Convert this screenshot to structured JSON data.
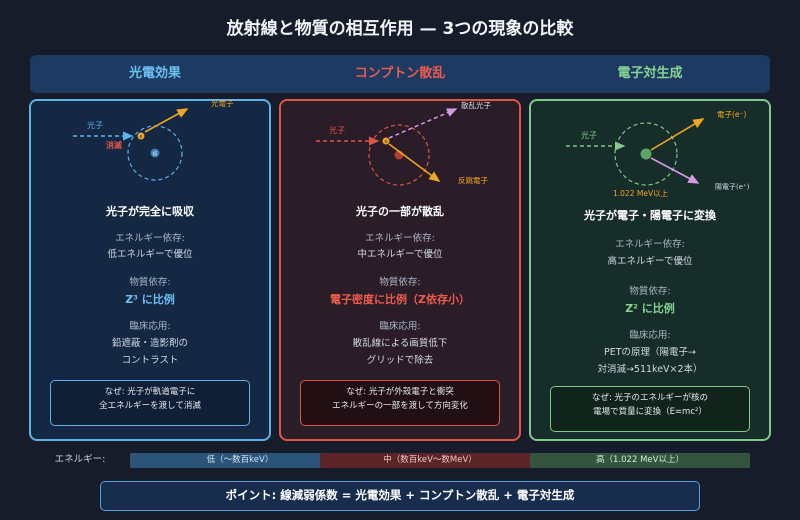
{
  "title": "放射線と物質の相互作用 — 3つの現象の比較",
  "colors": {
    "photoelectric": "#5bb3ea",
    "compton": "#e05446",
    "pair": "#7ec98b",
    "electron_arrow": "#f1a623",
    "scatter_arrow": "#d49be4"
  },
  "columns": [
    {
      "header": "光電効果",
      "diagram": {
        "photon": "光子",
        "electron": "光電子",
        "annihilate": "消滅",
        "nucleus": "核"
      },
      "headline": "光子が完全に吸収",
      "energy_label": "エネルギー依存:",
      "energy_text": "低エネルギーで優位",
      "material_label": "物質依存:",
      "material_text": "Z³ に比例",
      "clinical_label": "臨床応用:",
      "clinical_1": "鉛遮蔽・造影剤の",
      "clinical_2": "コントラスト",
      "why_1": "なぜ: 光子が軌道電子に",
      "why_2": "全エネルギーを渡して消滅"
    },
    {
      "header": "コンプトン散乱",
      "diagram": {
        "photon": "光子",
        "scattered": "散乱光子",
        "recoil": "反跳電子"
      },
      "headline": "光子の一部が散乱",
      "energy_label": "エネルギー依存:",
      "energy_text": "中エネルギーで優位",
      "material_label": "物質依存:",
      "material_text": "電子密度に比例（Z依存小）",
      "clinical_label": "臨床応用:",
      "clinical_1": "散乱線による画質低下",
      "clinical_2": "グリッドで除去",
      "why_1": "なぜ: 光子が外殻電子と衝突",
      "why_2": "エネルギーの一部を渡して方向変化"
    },
    {
      "header": "電子対生成",
      "diagram": {
        "photon": "光子",
        "electron": "電子(e⁻)",
        "positron": "陽電子(e⁺)",
        "threshold": "1.022 MeV以上"
      },
      "headline": "光子が電子・陽電子に変換",
      "energy_label": "エネルギー依存:",
      "energy_text": "高エネルギーで優位",
      "material_label": "物質依存:",
      "material_text": "Z² に比例",
      "clinical_label": "臨床応用:",
      "clinical_1": "PETの原理（陽電子→",
      "clinical_2": "対消滅→511keV×2本）",
      "why_1": "なぜ: 光子のエネルギーが核の",
      "why_2": "電場で質量に変換（E=mc²）"
    }
  ],
  "energy_row": {
    "label": "エネルギー:",
    "low": "低（～数百keV）",
    "mid": "中（数百keV～数MeV）",
    "high": "高（1.022 MeV以上）"
  },
  "point": "ポイント: 線減弱係数 = 光電効果 + コンプトン散乱 + 電子対生成"
}
